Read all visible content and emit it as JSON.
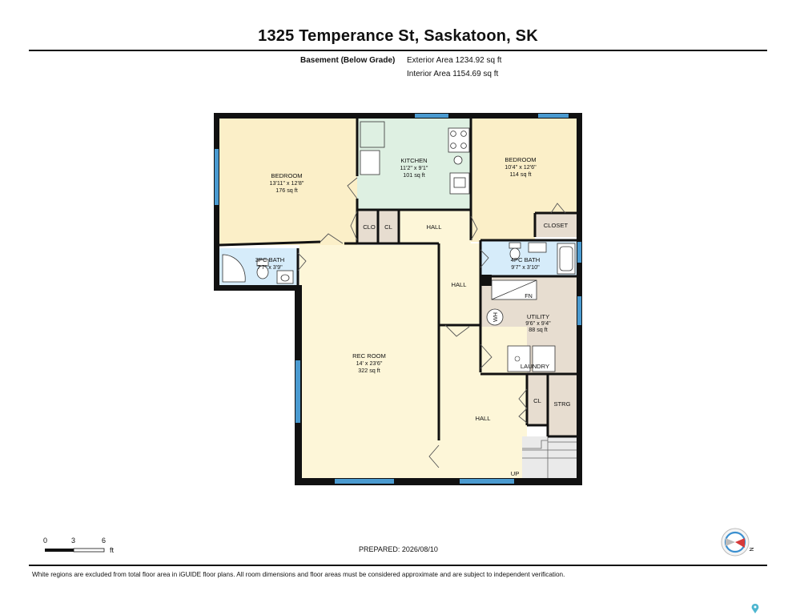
{
  "header": {
    "title": "1325 Temperance St, Saskatoon, SK",
    "floor_label": "Basement (Below Grade)",
    "exterior_area": "Exterior Area 1234.92 sq ft",
    "interior_area": "Interior Area 1154.69 sq ft"
  },
  "rooms": {
    "bedroom1": {
      "name": "BEDROOM",
      "dims": "13'11\" x 12'8\"",
      "area": "176 sq ft"
    },
    "kitchen": {
      "name": "KITCHEN",
      "dims": "11'2\" x 9'1\"",
      "area": "101 sq ft"
    },
    "bedroom2": {
      "name": "BEDROOM",
      "dims": "10'4\" x 12'6\"",
      "area": "114 sq ft"
    },
    "bath3": {
      "name": "3PC BATH",
      "dims": "7'7\" x 3'9\""
    },
    "bath4": {
      "name": "4PC BATH",
      "dims": "9'7\" x 3'10\""
    },
    "rec": {
      "name": "REC ROOM",
      "dims": "14' x 23'6\"",
      "area": "322 sq ft"
    },
    "utility": {
      "name": "UTILITY",
      "dims": "9'6\" x 9'4\"",
      "area": "88 sq ft"
    },
    "clo": "CLO",
    "cl1": "CL",
    "hall_top": "HALL",
    "closet": "CLOSET",
    "hall_mid": "HALL",
    "hall_low": "HALL",
    "cl2": "CL",
    "strg": "STRG",
    "laundry": "LAUNDRY",
    "up": "UP",
    "wh": "WH",
    "fn": "FN"
  },
  "scale_bar": {
    "ticks": [
      "0",
      "3",
      "6"
    ],
    "unit": "ft"
  },
  "compass": {
    "label": "N"
  },
  "prepared": "PREPARED: 2026/08/10",
  "footer_note": "White regions are excluded from total floor area in iGUIDE floor plans. All room dimensions and floor areas must be considered approximate and are subject to independent verification.",
  "colors": {
    "bedroom": "#fbefc8",
    "kitchen": "#def0e2",
    "bath": "#d6ecfa",
    "rec": "#fdf6d8",
    "utility": "#e7ddd0",
    "window": "#4a9ad0",
    "wall": "#111111"
  }
}
